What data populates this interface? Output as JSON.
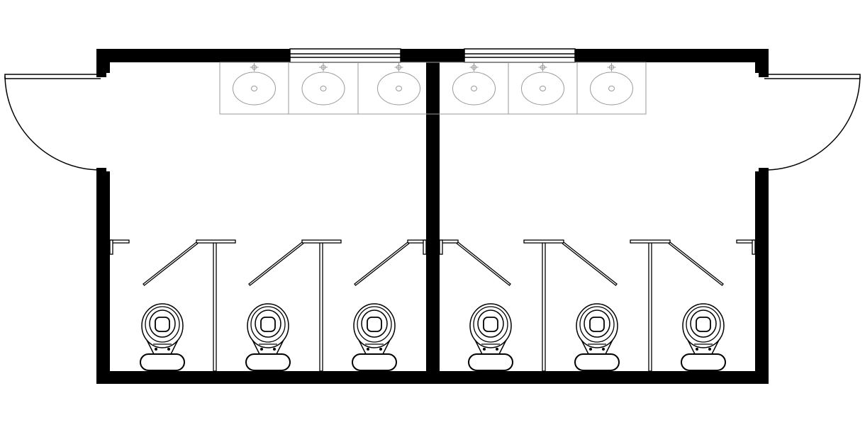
{
  "diagram": {
    "type": "floor-plan",
    "subject": "restroom",
    "rooms": [
      {
        "side": "left",
        "entry_door": "left",
        "sinks": 3,
        "stalls": 3
      },
      {
        "side": "right",
        "entry_door": "right",
        "sinks": 3,
        "stalls": 3
      }
    ],
    "colors": {
      "background": "#ffffff",
      "wall": "#000000",
      "line": "#000000",
      "sink_outline": "#9a9a9a"
    }
  }
}
